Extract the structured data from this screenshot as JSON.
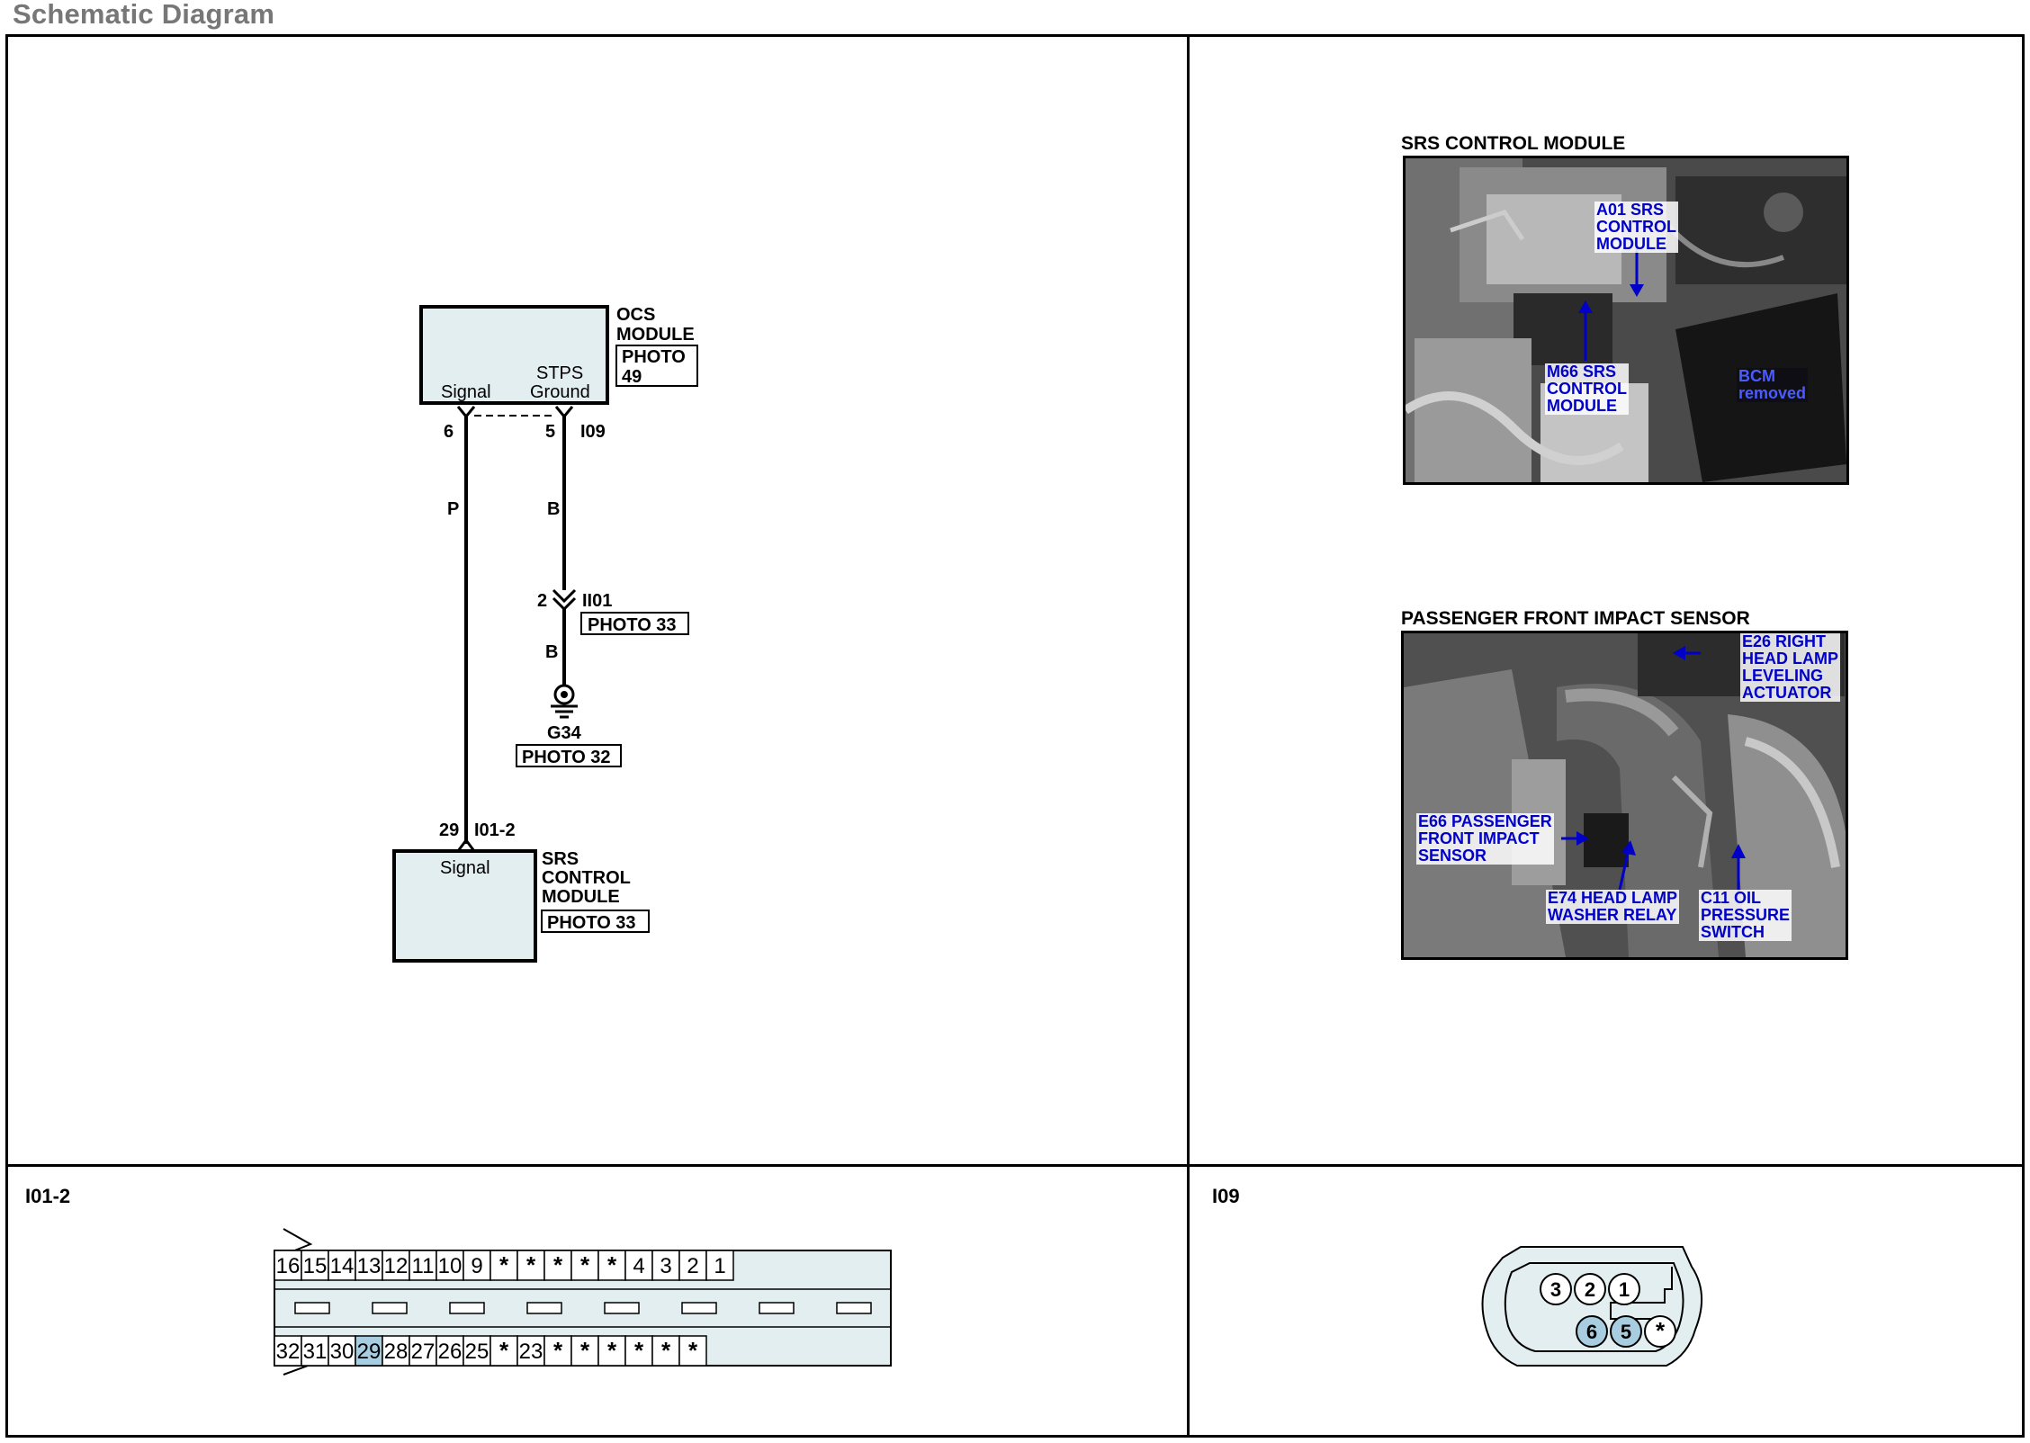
{
  "page": {
    "title": "Schematic Diagram"
  },
  "schematic": {
    "ocs_module": {
      "name_line1": "OCS",
      "name_line2": "MODULE",
      "photo": "PHOTO",
      "photo_num": "49",
      "pin_signal_label": "Signal",
      "pin_ground_label_line1": "STPS",
      "pin_ground_label_line2": "Ground",
      "pin_signal_num": "6",
      "pin_ground_num": "5",
      "connector": "I09"
    },
    "wire_signal_color": "P",
    "wire_ground_color_upper": "B",
    "inline_connector": {
      "pin": "2",
      "name": "II01",
      "photo": "PHOTO 33"
    },
    "wire_ground_color_lower": "B",
    "ground": {
      "name": "G34",
      "photo": "PHOTO 32"
    },
    "srs_module": {
      "pin_num": "29",
      "connector": "I01-2",
      "pin_label": "Signal",
      "name_line1": "SRS",
      "name_line2": "CONTROL",
      "name_line3": "MODULE",
      "photo": "PHOTO 33"
    }
  },
  "photos": {
    "srs": {
      "title": "SRS CONTROL MODULE",
      "captions": {
        "a01": [
          "A01 SRS",
          "CONTROL",
          "MODULE"
        ],
        "m66": [
          "M66 SRS",
          "CONTROL",
          "MODULE"
        ],
        "bcm": [
          "BCM",
          "removed"
        ]
      }
    },
    "impact": {
      "title": "PASSENGER FRONT IMPACT SENSOR",
      "captions": {
        "e26": [
          "E26 RIGHT",
          "HEAD LAMP",
          "LEVELING",
          "ACTUATOR"
        ],
        "e66": [
          "E66 PASSENGER",
          "FRONT IMPACT",
          "SENSOR"
        ],
        "e74": [
          "E74 HEAD LAMP",
          "WASHER RELAY"
        ],
        "c11": [
          "C11 OIL",
          "PRESSURE",
          "SWITCH"
        ]
      }
    }
  },
  "connectors": {
    "i01_2": {
      "label": "I01-2",
      "top_row": [
        "16",
        "15",
        "14",
        "13",
        "12",
        "11",
        "10",
        "9",
        "*",
        "*",
        "*",
        "*",
        "*",
        "4",
        "3",
        "2",
        "1"
      ],
      "bottom_row": [
        "32",
        "31",
        "30",
        "29",
        "28",
        "27",
        "26",
        "25",
        "*",
        "23",
        "*",
        "*",
        "*",
        "*",
        "*",
        "*"
      ],
      "highlighted": [
        "29"
      ]
    },
    "i09": {
      "label": "I09",
      "top_row": [
        "3",
        "2",
        "1"
      ],
      "bottom_row": [
        "6",
        "5",
        "*"
      ],
      "highlighted": [
        "6",
        "5"
      ]
    }
  },
  "colors": {
    "module_fill": "#e3eef0",
    "pin_highlight": "#a9cde0",
    "caption_blue": "#0000c8",
    "title_gray": "#777777"
  }
}
